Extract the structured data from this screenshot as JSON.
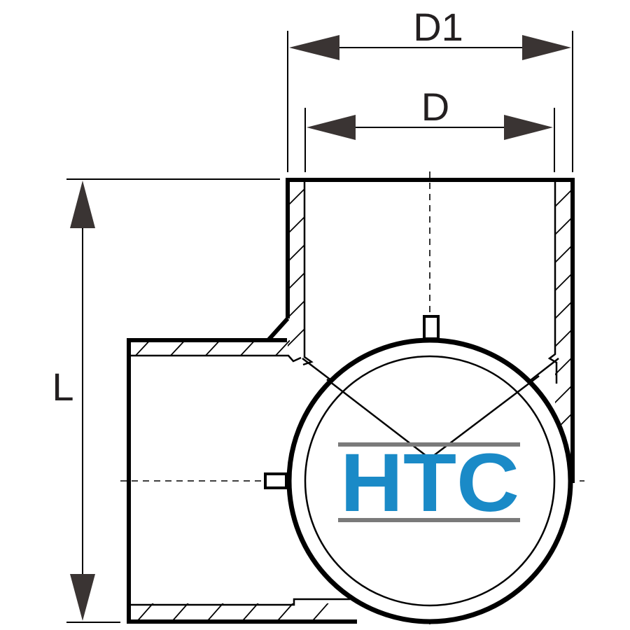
{
  "dimensions": {
    "outer_diameter_label": "D1",
    "inner_diameter_label": "D",
    "length_label": "L"
  },
  "logo": {
    "text": "HTC",
    "text_color": "#1a8ac7",
    "rule_color": "#7a7a7a"
  },
  "colors": {
    "line": "#000000",
    "arrow": "#3a3433",
    "background": "#ffffff"
  }
}
